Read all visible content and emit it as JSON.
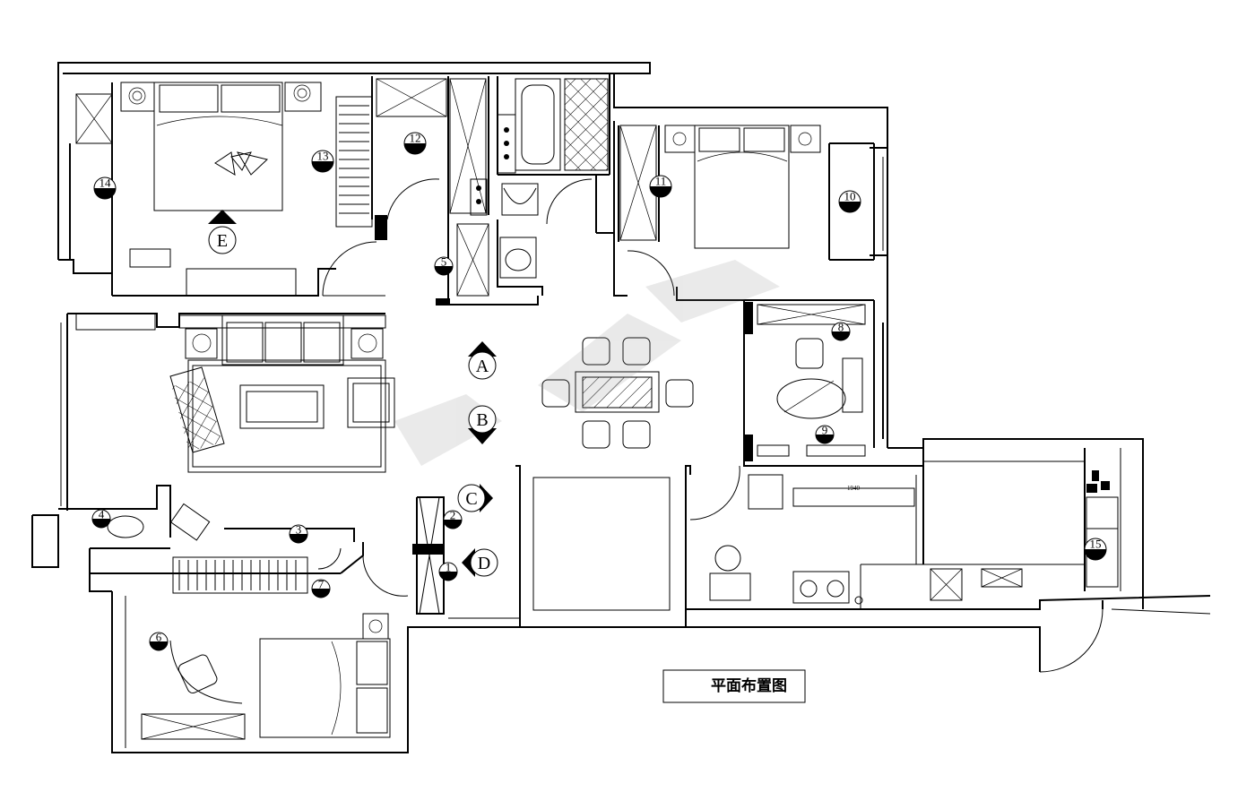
{
  "title": "平面布置图",
  "dimension_label": "1940",
  "view_markers": [
    {
      "id": "A",
      "label": "A"
    },
    {
      "id": "B",
      "label": "B"
    },
    {
      "id": "C",
      "label": "C"
    },
    {
      "id": "D",
      "label": "D"
    },
    {
      "id": "E",
      "label": "E"
    }
  ],
  "index_markers": [
    {
      "id": "1",
      "label": "1"
    },
    {
      "id": "2",
      "label": "2"
    },
    {
      "id": "3",
      "label": "3"
    },
    {
      "id": "4",
      "label": "4"
    },
    {
      "id": "5",
      "label": "5"
    },
    {
      "id": "6",
      "label": "6"
    },
    {
      "id": "7",
      "label": "7"
    },
    {
      "id": "8",
      "label": "8"
    },
    {
      "id": "9",
      "label": "9"
    },
    {
      "id": "10",
      "label": "10"
    },
    {
      "id": "11",
      "label": "11"
    },
    {
      "id": "12",
      "label": "12"
    },
    {
      "id": "13",
      "label": "13"
    },
    {
      "id": "14",
      "label": "14"
    },
    {
      "id": "15",
      "label": "15"
    }
  ]
}
